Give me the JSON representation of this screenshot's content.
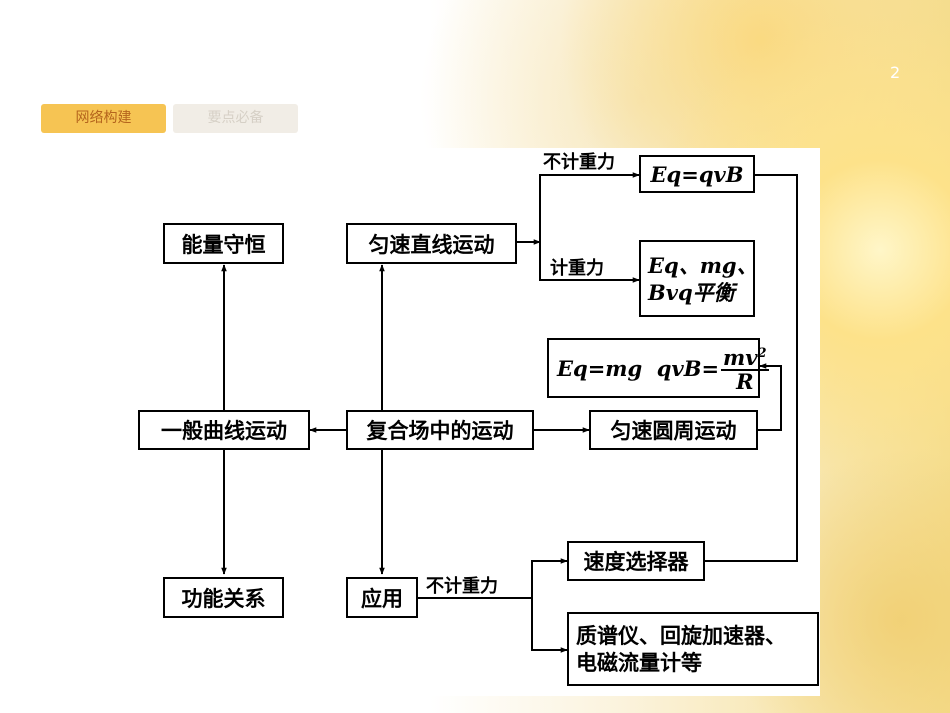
{
  "page_number": "2",
  "tabs": [
    {
      "label": "网络构建",
      "active": true
    },
    {
      "label": "要点必备",
      "active": false
    }
  ],
  "nodes": {
    "energy_conservation": "能量守恒",
    "uniform_linear": "匀速直线运动",
    "general_curve": "一般曲线运动",
    "composite_field": "复合场中的运动",
    "uniform_circular": "匀速圆周运动",
    "work_energy": "功能关系",
    "application": "应用",
    "eq_qvb": "Eq=qvB",
    "balance_line1": "Eq、mg、",
    "balance_line2": "Bvq平衡",
    "circ_formula_left": "Eq=mg  qvB=",
    "circ_formula_num": "mv",
    "circ_formula_exp": "2",
    "circ_formula_den": "R",
    "velocity_selector": "速度选择器",
    "devices_line1": "质谱仪、回旋加速器、",
    "devices_line2": "电磁流量计等"
  },
  "edge_labels": {
    "no_gravity_top": "不计重力",
    "with_gravity": "计重力",
    "no_gravity_bottom": "不计重力"
  }
}
